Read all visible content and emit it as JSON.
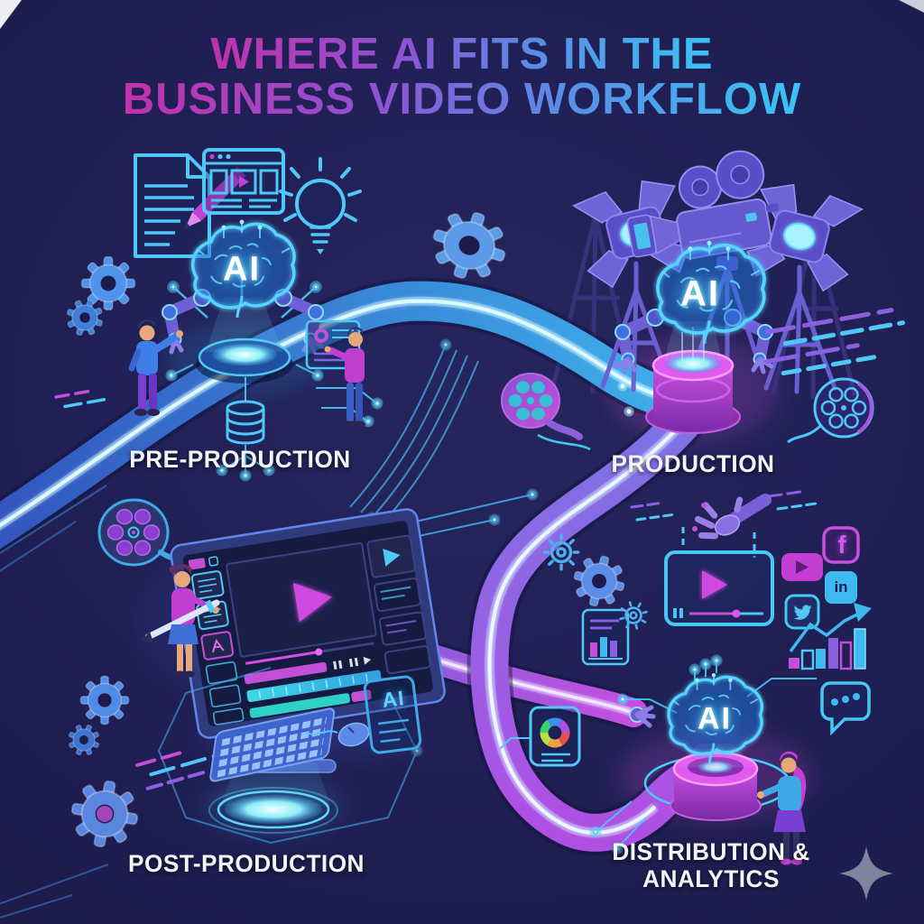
{
  "artwork": {
    "title_line1": "WHERE AI FITS IN THE",
    "title_line2": "BUSINESS VIDEO WORKFLOW"
  },
  "stages": {
    "pre_production": {
      "label": "PRE-PRODUCTION"
    },
    "production": {
      "label": "PRODUCTION"
    },
    "post_production": {
      "label": "POST-PRODUCTION"
    },
    "distribution_analytics": {
      "label_line1": "DISTRIBUTION &",
      "label_line2": "ANALYTICS"
    }
  },
  "ai": {
    "label": "AI",
    "card_label": "AI"
  },
  "social_icons": {
    "facebook": {
      "glyph": "f"
    },
    "linkedin": {
      "glyph": "in"
    },
    "youtube": {
      "name": "youtube-play-icon"
    },
    "twitter": {
      "name": "twitter-bird-icon"
    }
  },
  "scene": {
    "flow": [
      "workflow-ribbon-pre-to-production",
      "workflow-ribbon-production-to-distribution",
      "workflow-ribbon-post-to-distribution"
    ],
    "pre_production_icons": [
      "script-document-icon",
      "storyboard-window-icon",
      "idea-lightbulb-icon",
      "gears-icon",
      "ai-brain-hologram",
      "robot-arms",
      "holo-platform",
      "database-icon",
      "person-pointing",
      "person-analytics-screen"
    ],
    "production_icons": [
      "studio-light-left",
      "studio-light-right",
      "film-camera-tripod",
      "ai-brain-hologram",
      "robot-arms",
      "magenta-pedestal",
      "film-reel-outline",
      "speed-dash-lines"
    ],
    "post_production_icons": [
      "film-reel",
      "video-editing-monitor",
      "editor-person-pencil",
      "keyboard",
      "mouse",
      "ai-card",
      "color-wheel-card",
      "gears-icon",
      "glow-platform",
      "hexagon-circuit"
    ],
    "distribution_icons": [
      "robot-hand",
      "video-player",
      "facebook-icon",
      "youtube-icon",
      "linkedin-icon",
      "twitter-icon",
      "growth-bar-chart",
      "chat-bubble",
      "mini-analytics-card",
      "color-gears",
      "ai-brain-hologram",
      "magenta-platform",
      "person-analyst",
      "sparkle-watermark"
    ]
  },
  "chart_motifs": {
    "growth_bar_chart": {
      "type": "bar",
      "bars_relative_height": [
        12,
        20,
        22,
        34,
        29,
        44
      ],
      "trend": "up-arrow"
    }
  },
  "colors": {
    "background": "#1e1d50",
    "cyan": "#4fc8f8",
    "blue": "#3f7de8",
    "magenta": "#c43fd6",
    "purple": "#8a5fe0",
    "label_text": "#f4f4f8",
    "title_gradient": [
      "#c231ab",
      "#9150d2",
      "#5a8ce6",
      "#39c3f4"
    ]
  }
}
